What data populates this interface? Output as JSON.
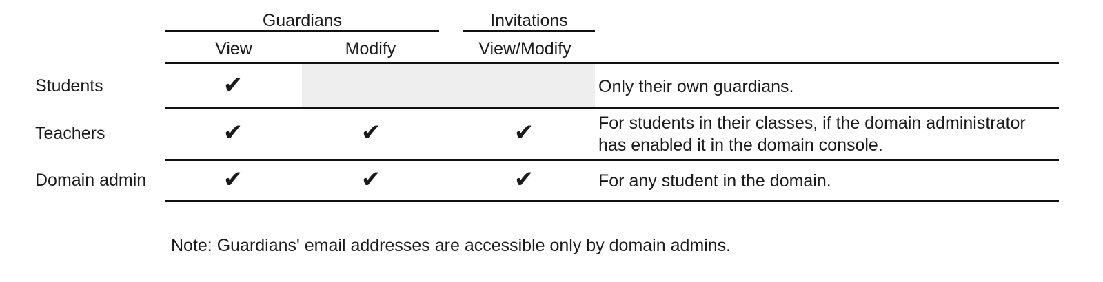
{
  "colors": {
    "background": "#ffffff",
    "text": "#1a1a1a",
    "rule": "#111111",
    "shaded_cell": "#eeeeee"
  },
  "table": {
    "group_headers": [
      {
        "label": "Guardians",
        "spans_columns": [
          "View",
          "Modify"
        ]
      },
      {
        "label": "Invitations",
        "spans_columns": [
          "View/Modify"
        ]
      }
    ],
    "column_headers": [
      {
        "label": "View"
      },
      {
        "label": "Modify"
      },
      {
        "label": "View/Modify"
      }
    ],
    "check_glyph": "✔",
    "rows": [
      {
        "label": "Students",
        "guardians_view": "✔",
        "guardians_modify": "",
        "invitations_view_modify": "",
        "shaded": true,
        "description": "Only their own guardians."
      },
      {
        "label": "Teachers",
        "guardians_view": "✔",
        "guardians_modify": "✔",
        "invitations_view_modify": "✔",
        "shaded": false,
        "description": "For students in their classes, if the domain administrator has enabled it in the domain console."
      },
      {
        "label": "Domain admin",
        "guardians_view": "✔",
        "guardians_modify": "✔",
        "invitations_view_modify": "✔",
        "shaded": false,
        "description": "For any student in the domain."
      }
    ],
    "note": "Note: Guardians' email addresses are accessible only by domain admins."
  }
}
